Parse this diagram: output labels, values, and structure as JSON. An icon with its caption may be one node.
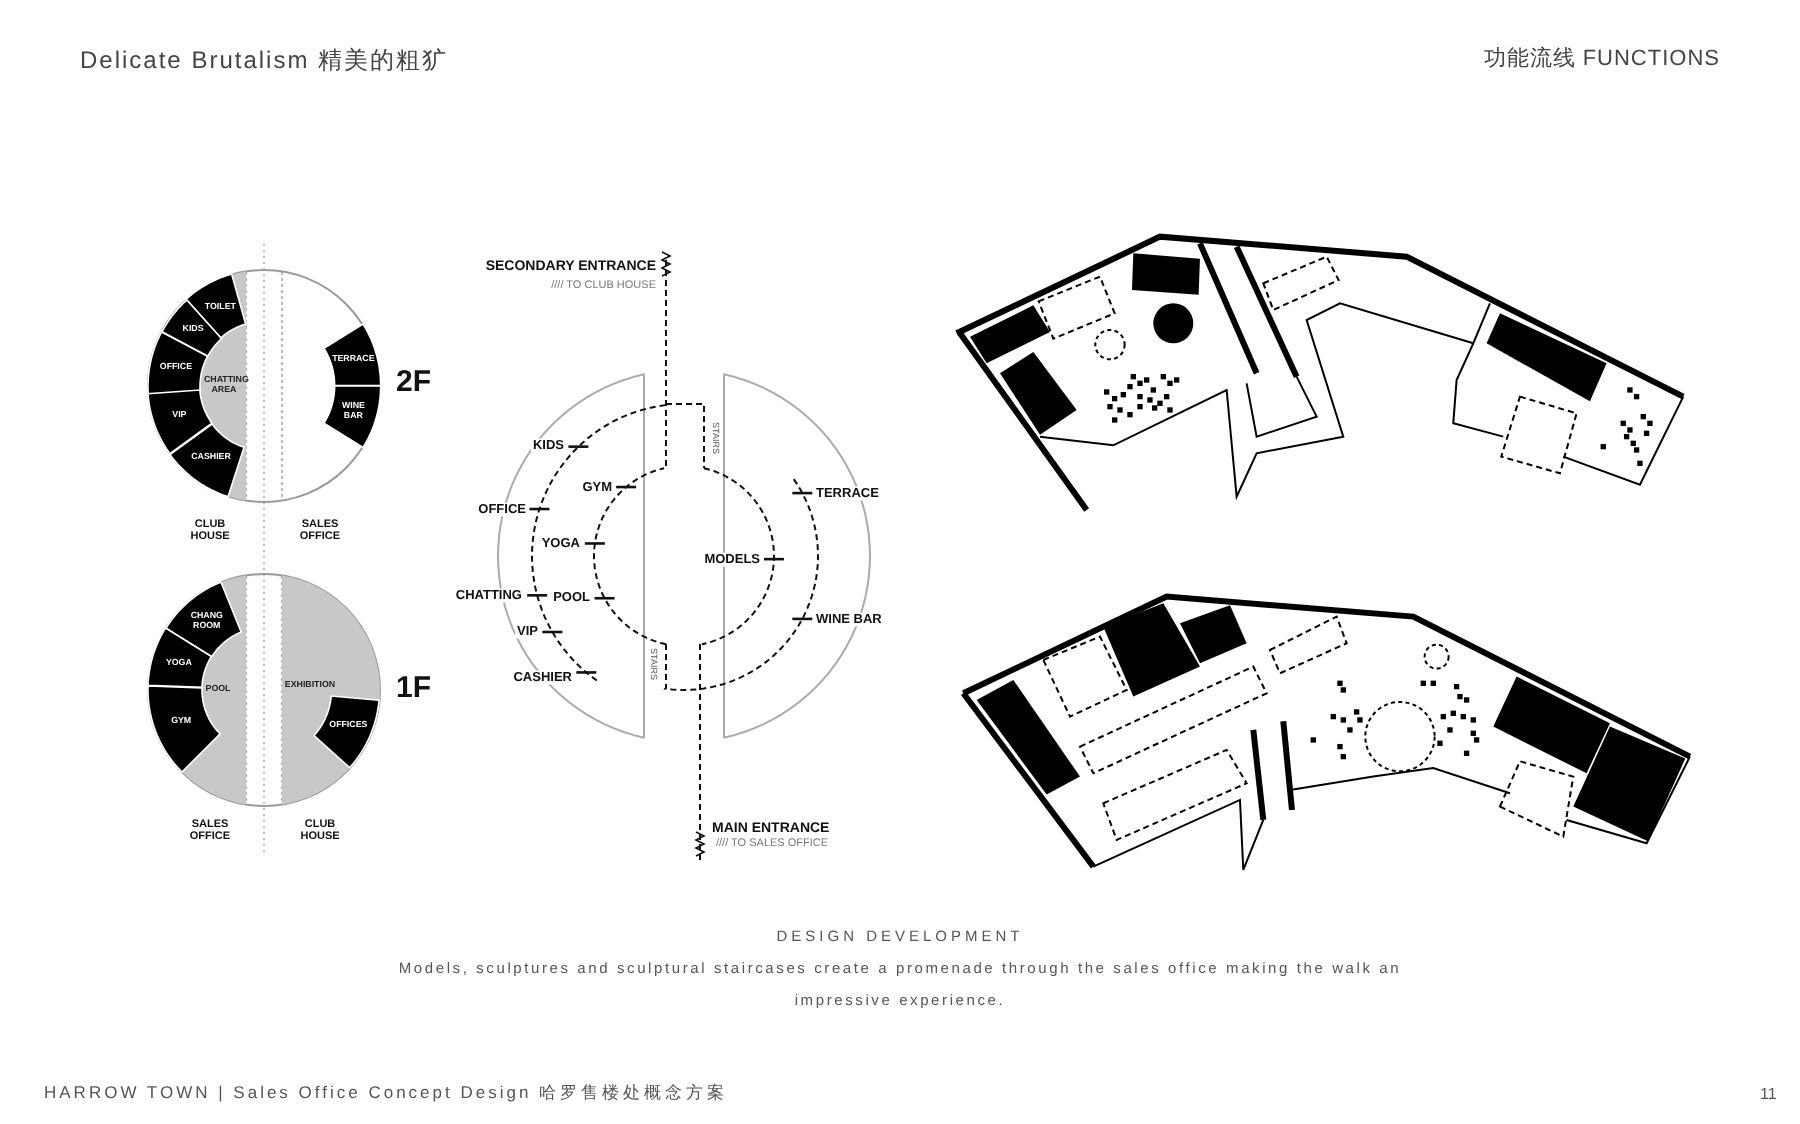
{
  "diagram": {
    "title": "Delicate Brutalism 精美的粗犷",
    "nodes": [
      {
        "text": [
          "CHATTING AREA"
        ]
      },
      {
        "text": [
          "TOILET"
        ],
        "in": 0
      },
      {
        "text": [
          "KIDS"
        ],
        "in": 0
      },
      {
        "text": [
          "OFFICE"
        ],
        "in": 0
      },
      {
        "text": [
          "VIP"
        ],
        "in": 0
      },
      {
        "text": [
          "CASHIER"
        ],
        "in": 0
      },
      {
        "text": [
          "TERRACE"
        ]
      },
      {
        "text": [
          "WINE BAR"
        ]
      },
      {
        "text": [
          "POOL"
        ]
      },
      {
        "text": [
          "CHANG ROOM"
        ],
        "in": 8
      },
      {
        "text": [
          "YOGA"
        ],
        "in": 8
      },
      {
        "text": [
          "GYM"
        ],
        "in": 8
      },
      {
        "text": [
          "EXHIBITION"
        ]
      },
      {
        "text": [
          "OFFICES"
        ],
        "in": 12
      }
    ],
    "labels": [
      "功能流线 FUNCTIONS",
      "SECONDARY ENTRANCE",
      "//// TO CLUB HOUSE",
      "2F",
      "KIDS",
      "STAIRS",
      "GYM",
      "TERRACE",
      "OFFICE",
      "YOGA",
      "CLUB HOUSE",
      "SALES OFFICE",
      "MODELS",
      "CHATTING",
      "POOL",
      "WINE BAR",
      "VIP",
      "STAIRS",
      "CASHIER",
      "1F",
      "SALES OFFICE",
      "CLUB HOUSE",
      "MAIN ENTRANCE",
      "//// TO SALES OFFICE",
      "DESIGN DEVELOPMENT",
      "Models, sculptures and sculptural staircases create a promenade through the sales office making the walk an impressive experience.",
      "HARROW TOWN | Sales Office Concept Design 哈罗售楼处概念方案",
      "11"
    ]
  }
}
